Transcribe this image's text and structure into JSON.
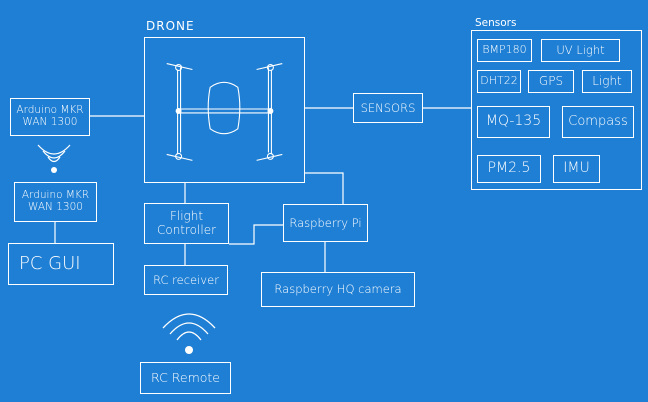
{
  "colors": {
    "background": "#1f7fd4",
    "line": "#ffffff"
  },
  "drone": {
    "label": "DRONE"
  },
  "arduino_top": {
    "line1": "Arduino MKR",
    "line2": "WAN 1300"
  },
  "arduino_bottom": {
    "line1": "Arduino MKR",
    "line2": "WAN 1300"
  },
  "pc_gui": {
    "label": "PC GUI"
  },
  "flight_controller": {
    "line1": "Flight",
    "line2": "Controller"
  },
  "rc_receiver": {
    "label": "RC receiver"
  },
  "rc_remote": {
    "label": "RC Remote"
  },
  "raspberry_pi": {
    "label": "Raspberry Pi"
  },
  "camera": {
    "label": "Raspberry HQ camera"
  },
  "sensors_box": {
    "label": "SENSORS"
  },
  "sensors_panel": {
    "title": "Sensors",
    "items": [
      "BMP180",
      "UV Light",
      "DHT22",
      "GPS",
      "Light",
      "MQ-135",
      "Compass",
      "PM2.5",
      "IMU"
    ]
  },
  "icons": {
    "wireless_1": "wifi-signal-icon",
    "wireless_2": "wifi-signal-icon",
    "drone": "quadcopter-icon"
  }
}
